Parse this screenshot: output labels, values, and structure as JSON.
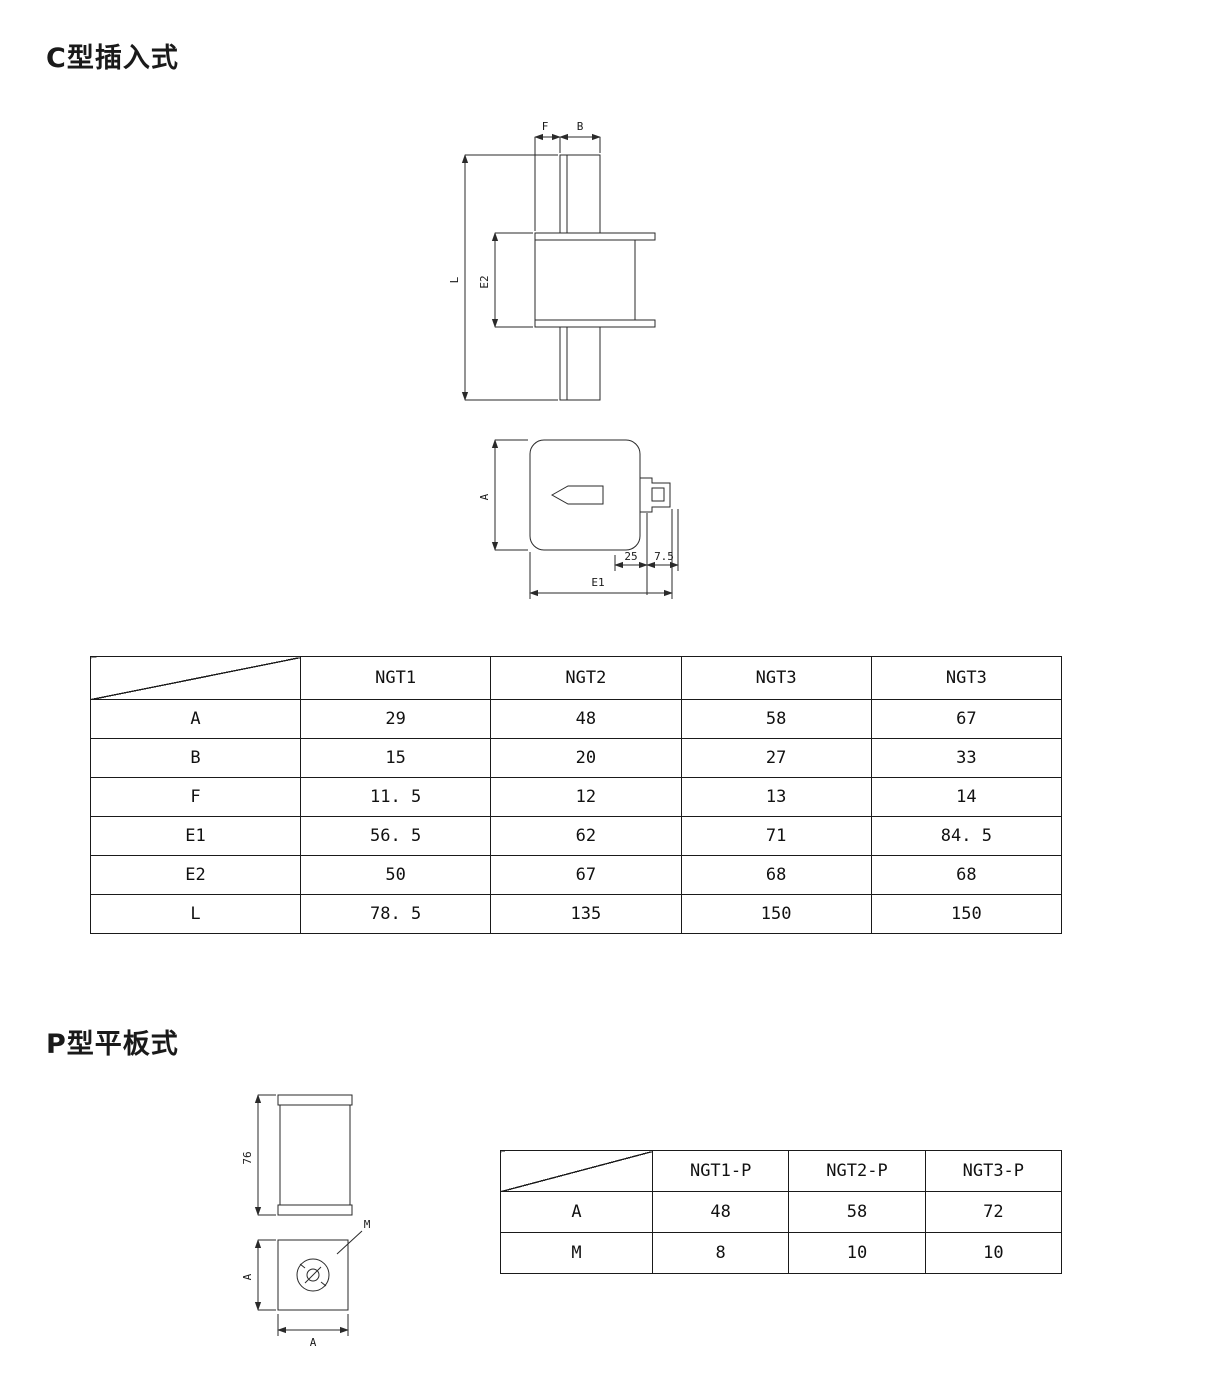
{
  "sections": {
    "c_title": "C型插入式",
    "p_title": "P型平板式"
  },
  "diagram_c": {
    "dim_f": "F",
    "dim_b": "B",
    "dim_l": "L",
    "dim_e2": "E2",
    "dim_a": "A",
    "dim_25": "25",
    "dim_7_5": "7.5",
    "dim_e1": "E1"
  },
  "diagram_p": {
    "dim_76": "76",
    "dim_m": "M",
    "dim_a_left": "A",
    "dim_a_bottom": "A"
  },
  "table1": {
    "columns": [
      "NGT1",
      "NGT2",
      "NGT3",
      "NGT3"
    ],
    "rows": [
      {
        "label": "A",
        "values": [
          "29",
          "48",
          "58",
          "67"
        ]
      },
      {
        "label": "B",
        "values": [
          "15",
          "20",
          "27",
          "33"
        ]
      },
      {
        "label": "F",
        "values": [
          "11. 5",
          "12",
          "13",
          "14"
        ]
      },
      {
        "label": "E1",
        "values": [
          "56. 5",
          "62",
          "71",
          "84. 5"
        ]
      },
      {
        "label": "E2",
        "values": [
          "50",
          "67",
          "68",
          "68"
        ]
      },
      {
        "label": "L",
        "values": [
          "78. 5",
          "135",
          "150",
          "150"
        ]
      }
    ]
  },
  "table2": {
    "columns": [
      "NGT1-P",
      "NGT2-P",
      "NGT3-P"
    ],
    "rows": [
      {
        "label": "A",
        "values": [
          "48",
          "58",
          "72"
        ]
      },
      {
        "label": "M",
        "values": [
          "8",
          "10",
          "10"
        ]
      }
    ]
  }
}
